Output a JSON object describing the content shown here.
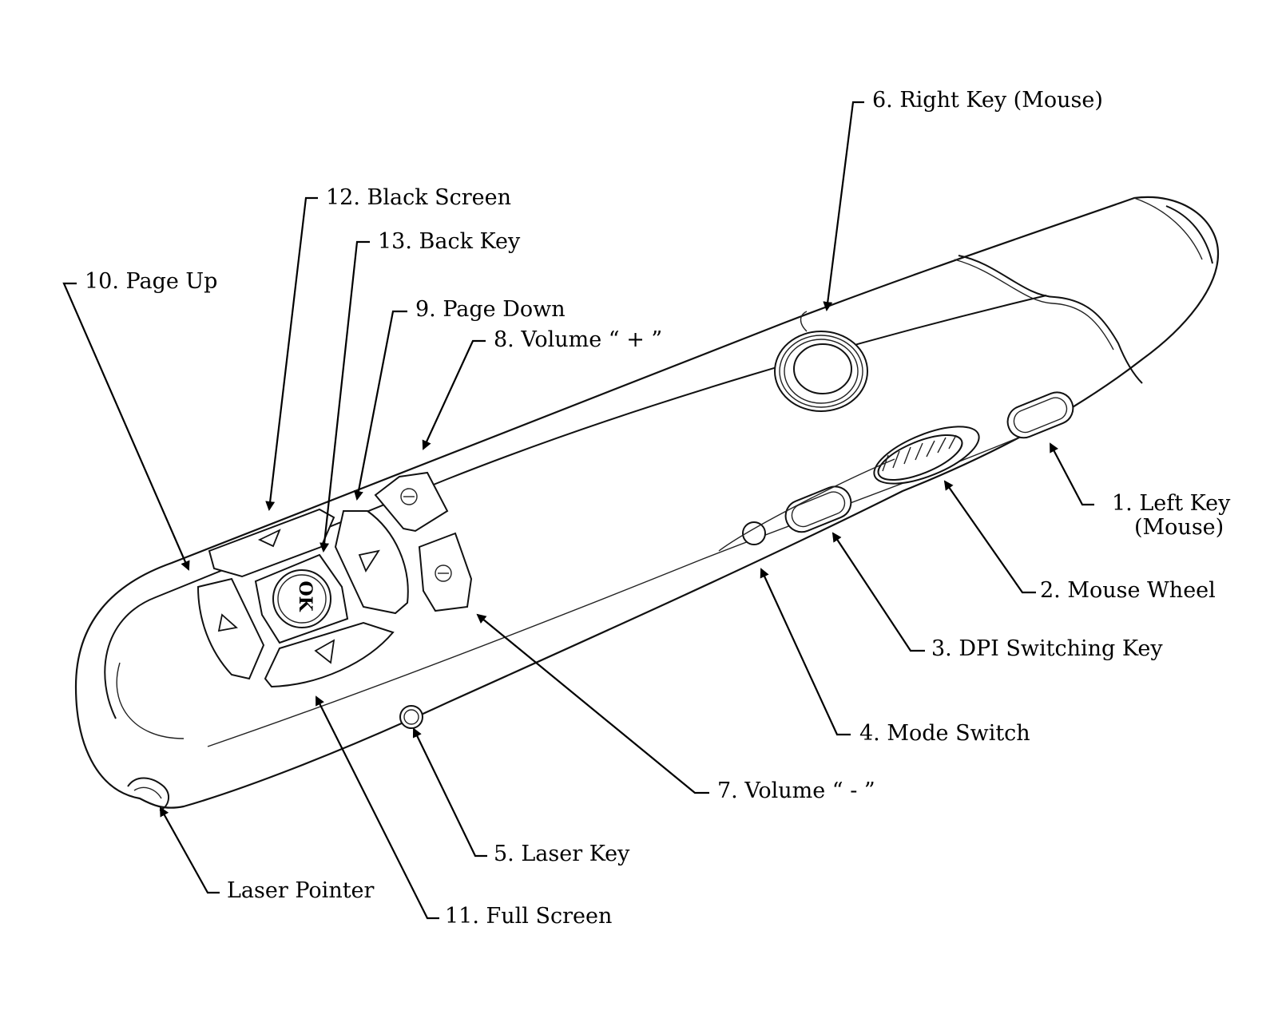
{
  "labels": {
    "left_key": "1. Left Key",
    "left_key_sub": "(Mouse)",
    "mouse_wheel": "2. Mouse Wheel",
    "dpi_key": "3. DPI Switching Key",
    "mode_switch": "4. Mode Switch",
    "laser_key": "5. Laser Key",
    "right_key": "6. Right Key (Mouse)",
    "volume_down": "7. Volume “ - ”",
    "volume_up": "8. Volume “ + ”",
    "page_down": "9. Page Down",
    "page_up": "10. Page Up",
    "full_screen": "11. Full Screen",
    "black_screen": "12. Black Screen",
    "back_key": "13. Back Key",
    "laser_pointer": "Laser Pointer",
    "ok_key": "OK"
  }
}
